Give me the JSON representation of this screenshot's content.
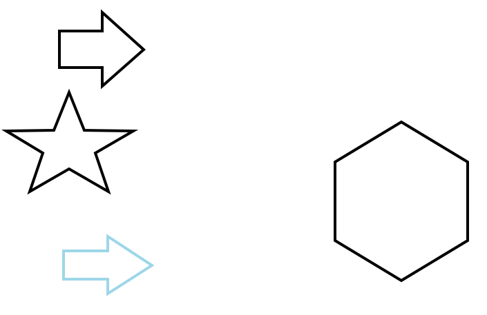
{
  "shapes": [
    {
      "kind": "arrow",
      "direction": "right",
      "stroke": "#000000",
      "fill": "none"
    },
    {
      "kind": "star",
      "points": 5,
      "stroke": "#000000",
      "fill": "none"
    },
    {
      "kind": "arrow",
      "direction": "right",
      "stroke": "#9dd6e8",
      "fill": "none"
    },
    {
      "kind": "hexagon",
      "stroke": "#000000",
      "fill": "none"
    }
  ]
}
